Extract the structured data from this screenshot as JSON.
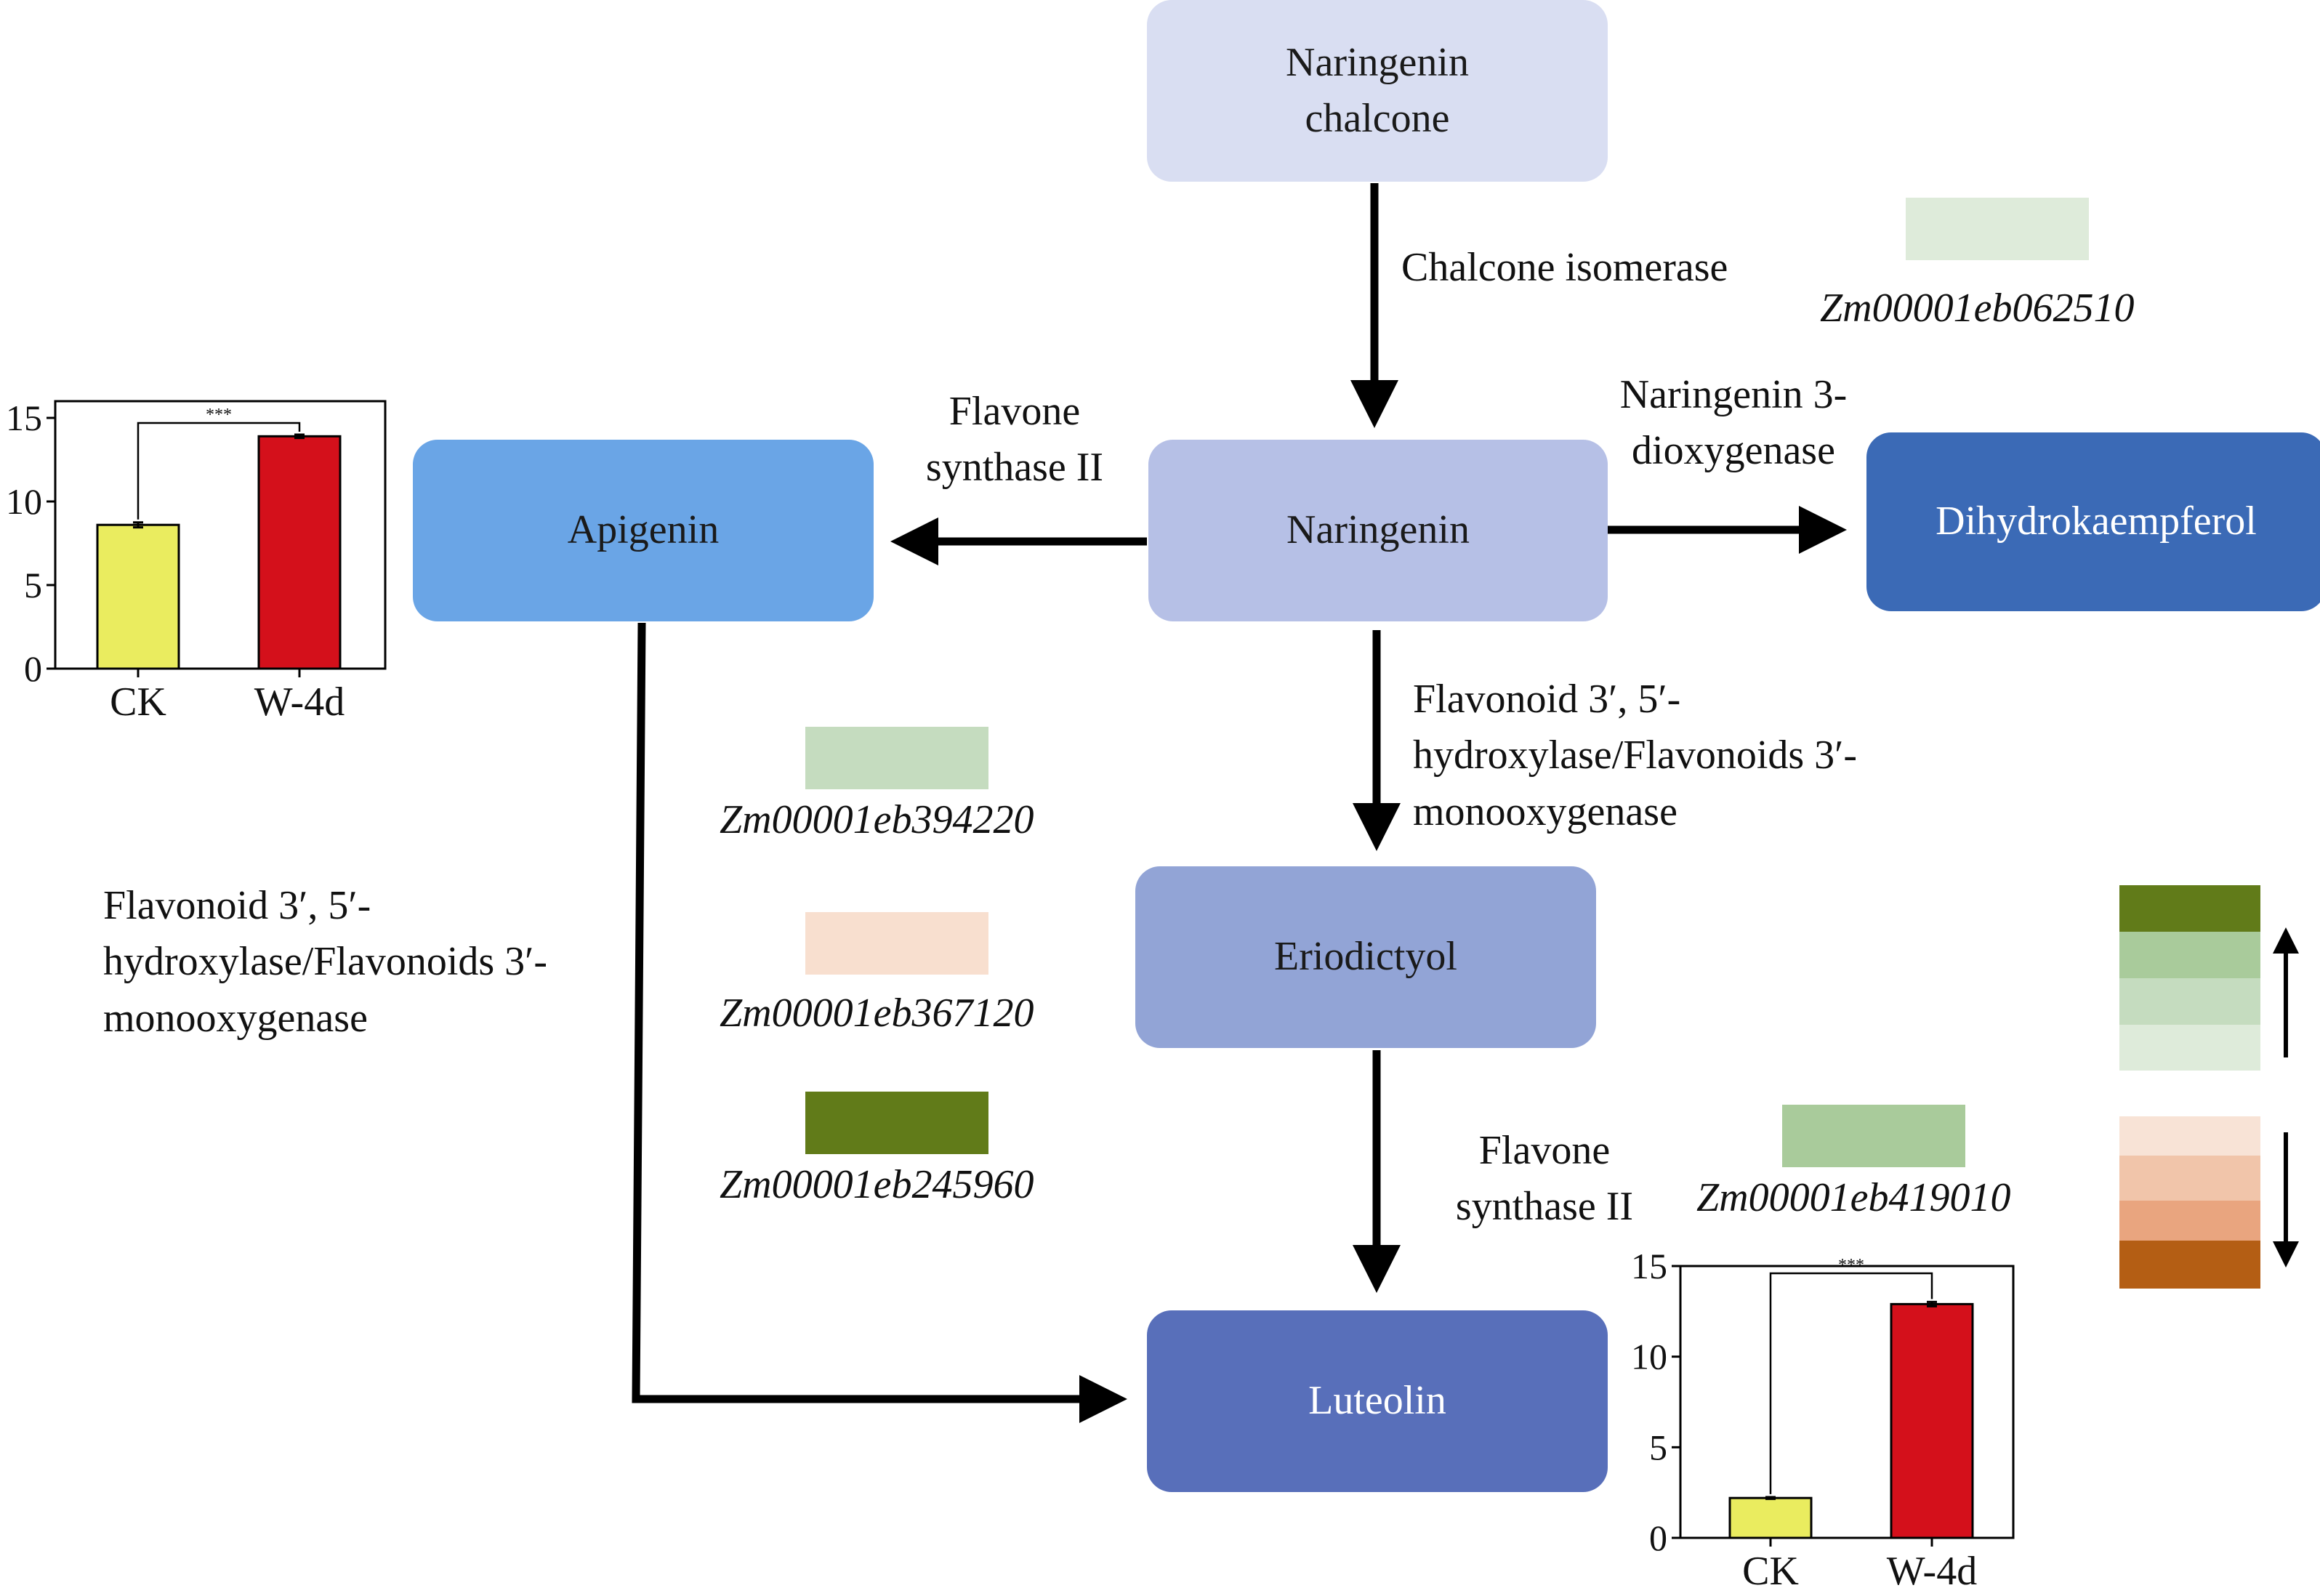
{
  "nodes": {
    "naringenin_chalcone": {
      "label": "Naringenin\nchalcone",
      "color": "#d9def2"
    },
    "naringenin": {
      "label": "Naringenin",
      "color": "#b6c0e6"
    },
    "apigenin": {
      "label": "Apigenin",
      "color": "#6aa5e6"
    },
    "dihydrokaempferol": {
      "label": "Dihydrokaempferol",
      "color": "#3b6ab6"
    },
    "eriodictyol": {
      "label": "Eriodictyol",
      "color": "#92a4d6"
    },
    "luteolin": {
      "label": "Luteolin",
      "color": "#586fba"
    }
  },
  "enzymes": {
    "chalcone_isomerase": "Chalcone isomerase",
    "flavone_synthase_top": "Flavone\nsynthase II",
    "naringenin_dioxygenase": "Naringenin 3-\ndioxygenase",
    "f3h_right": "Flavonoid 3′, 5′-\nhydroxylase/Flavonoids 3′-\nmonooxygenase",
    "f3h_left": "Flavonoid 3′, 5′-\nhydroxylase/Flavonoids 3′-\nmonooxygenase",
    "flavone_synthase_bottom": "Flavone\nsynthase II"
  },
  "genes": [
    {
      "id": "Zm00001eb062510",
      "color": "#deebda"
    },
    {
      "id": "Zm00001eb394220",
      "color": "#c5dcbf"
    },
    {
      "id": "Zm00001eb367120",
      "color": "#f8dfcf"
    },
    {
      "id": "Zm00001eb245960",
      "color": "#617b19"
    },
    {
      "id": "Zm00001eb419010",
      "color": "#a9cb9b"
    }
  ],
  "legend": {
    "up_colors": [
      "#617b19",
      "#a9cb9b",
      "#c5dcbf",
      "#deebda"
    ],
    "down_colors": [
      "#f8e3d6",
      "#f1c5aa",
      "#e9a57f",
      "#b45e14"
    ]
  },
  "chart_data": [
    {
      "type": "bar",
      "categories": [
        "CK",
        "W-4d"
      ],
      "values": [
        8.6,
        13.9
      ],
      "errors": [
        0.15,
        0.1
      ],
      "colors": [
        "#eaec5f",
        "#d4101b"
      ],
      "ylim": [
        0,
        16
      ],
      "yticks": [
        0,
        5,
        10,
        15
      ],
      "significance": "***"
    },
    {
      "type": "bar",
      "categories": [
        "CK",
        "W-4d"
      ],
      "values": [
        2.2,
        12.9
      ],
      "errors": [
        0.05,
        0.12
      ],
      "colors": [
        "#eaec5f",
        "#d4101b"
      ],
      "ylim": [
        0,
        15
      ],
      "yticks": [
        0,
        5,
        10,
        15
      ],
      "significance": "***"
    }
  ]
}
